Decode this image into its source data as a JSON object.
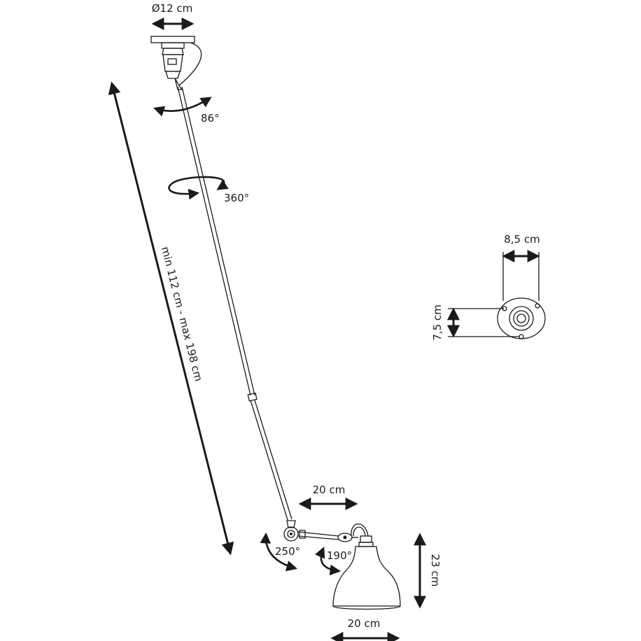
{
  "diagram": {
    "dimensions": {
      "canopy_diameter": "Ø12 cm",
      "length_range": "min 112 cm - max 198 cm",
      "arm_length": "20 cm",
      "shade_height": "23 cm",
      "shade_diameter": "20 cm",
      "base_width": "8,5 cm",
      "base_height": "7,5 cm"
    },
    "rotations": {
      "top_tilt": "86°",
      "pole_spin": "360°",
      "elbow": "250°",
      "shade_tilt": "190°"
    },
    "colors": {
      "ink": "#1a1a1a",
      "background": "#ffffff"
    }
  }
}
